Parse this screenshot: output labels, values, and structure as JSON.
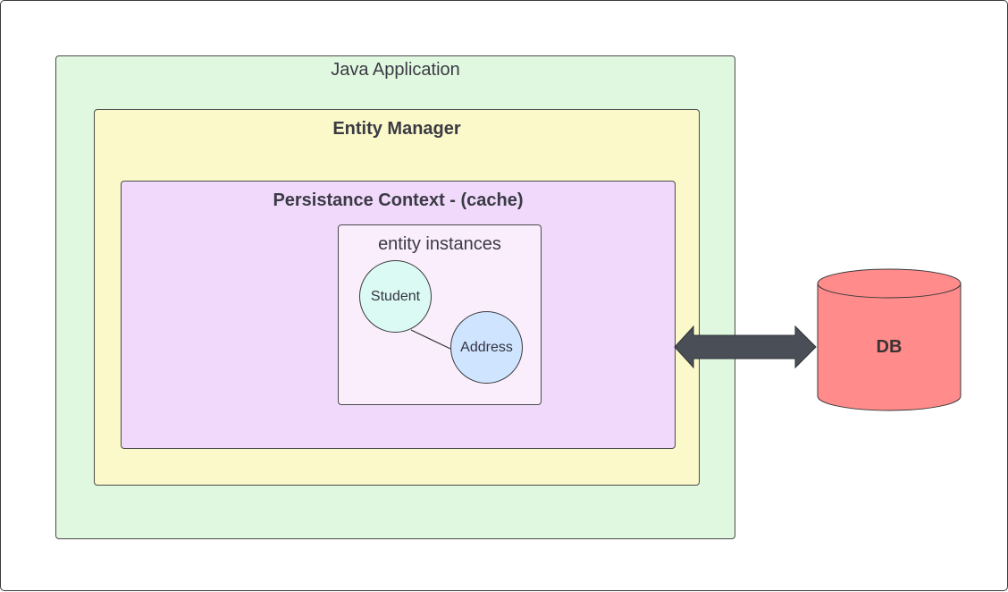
{
  "diagram": {
    "java_application": {
      "label": "Java Application"
    },
    "entity_manager": {
      "label": "Entity Manager"
    },
    "persistence_context": {
      "label": "Persistance Context - (cache)"
    },
    "entity_instances": {
      "label": "entity instances",
      "nodes": [
        {
          "label": "Student"
        },
        {
          "label": "Address"
        }
      ]
    },
    "database": {
      "label": "DB"
    },
    "colors": {
      "java_application_fill": "#e1f8e0",
      "entity_manager_fill": "#fbf9c9",
      "persistence_context_fill": "#f0d9fb",
      "entity_instances_fill": "#faeefd",
      "student_fill": "#dbfaf4",
      "address_fill": "#cfe4ff",
      "db_fill": "#ff8b8b",
      "arrow_fill": "#4a4f57"
    },
    "connector": {
      "type": "double-headed-arrow",
      "between": [
        "Persistance Context - (cache)",
        "DB"
      ]
    }
  }
}
